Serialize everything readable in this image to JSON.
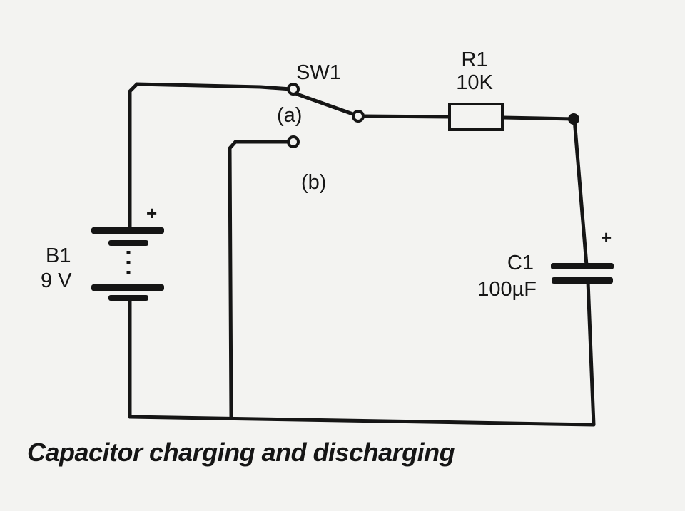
{
  "switch": {
    "name": "SW1",
    "position_a": "(a)",
    "position_b": "(b)"
  },
  "resistor": {
    "name": "R1",
    "value": "10K"
  },
  "battery": {
    "name": "B1",
    "value": "9 V",
    "polarity": "+"
  },
  "capacitor": {
    "name": "C1",
    "value": "100µF",
    "polarity": "+"
  },
  "caption": "Capacitor charging and discharging"
}
